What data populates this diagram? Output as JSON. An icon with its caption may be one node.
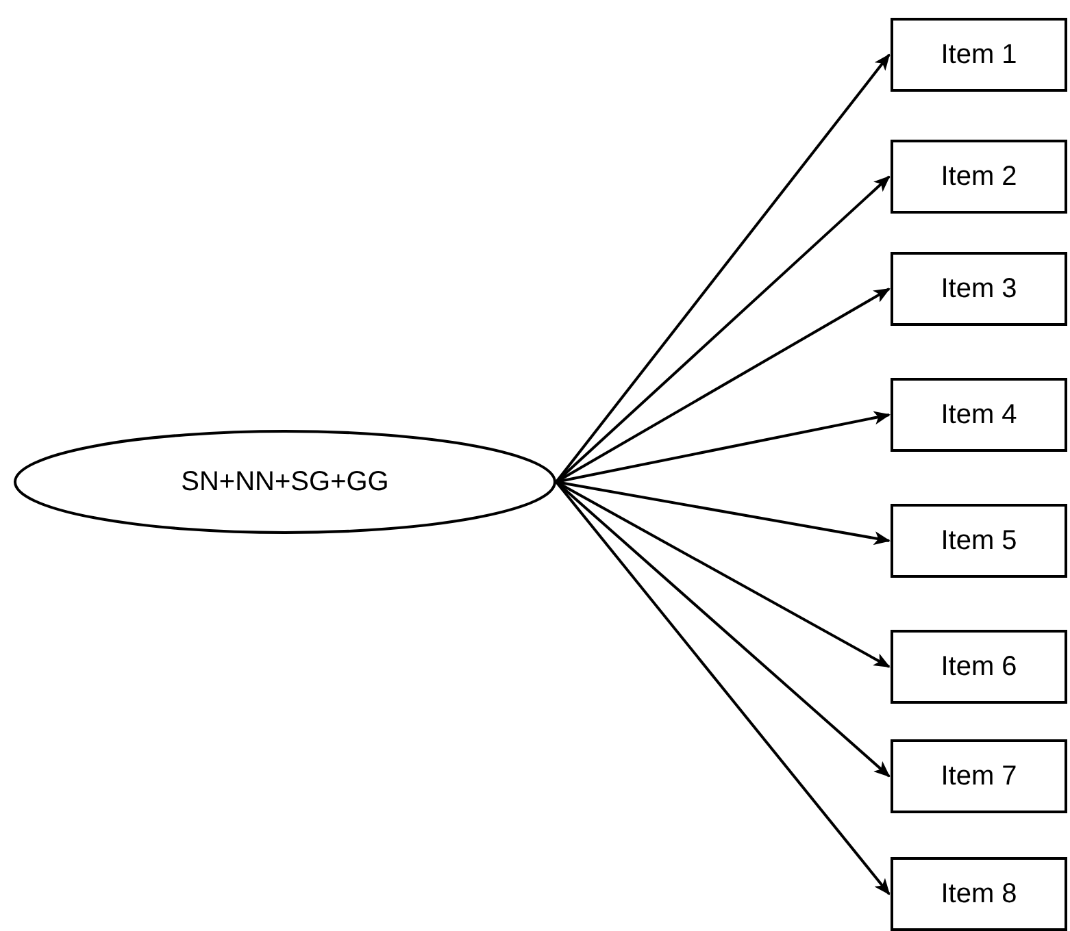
{
  "diagram": {
    "nodes": [
      {
        "text": [
          "SN+NN+SG+GG"
        ]
      },
      {
        "text": [
          "Item 1"
        ]
      },
      {
        "text": [
          "Item 2"
        ]
      },
      {
        "text": [
          "Item 3"
        ]
      },
      {
        "text": [
          "Item 4"
        ]
      },
      {
        "text": [
          "Item 5"
        ]
      },
      {
        "text": [
          "Item 6"
        ]
      },
      {
        "text": [
          "Item 7"
        ]
      },
      {
        "text": [
          "Item 8"
        ]
      }
    ],
    "edges": [
      {
        "from": 0,
        "to": 1,
        "arrow": "to"
      },
      {
        "from": 0,
        "to": 2,
        "arrow": "to"
      },
      {
        "from": 0,
        "to": 3,
        "arrow": "to"
      },
      {
        "from": 0,
        "to": 4,
        "arrow": "to"
      },
      {
        "from": 0,
        "to": 5,
        "arrow": "to"
      },
      {
        "from": 0,
        "to": 6,
        "arrow": "to"
      },
      {
        "from": 0,
        "to": 7,
        "arrow": "to"
      },
      {
        "from": 0,
        "to": 8,
        "arrow": "to"
      }
    ]
  }
}
